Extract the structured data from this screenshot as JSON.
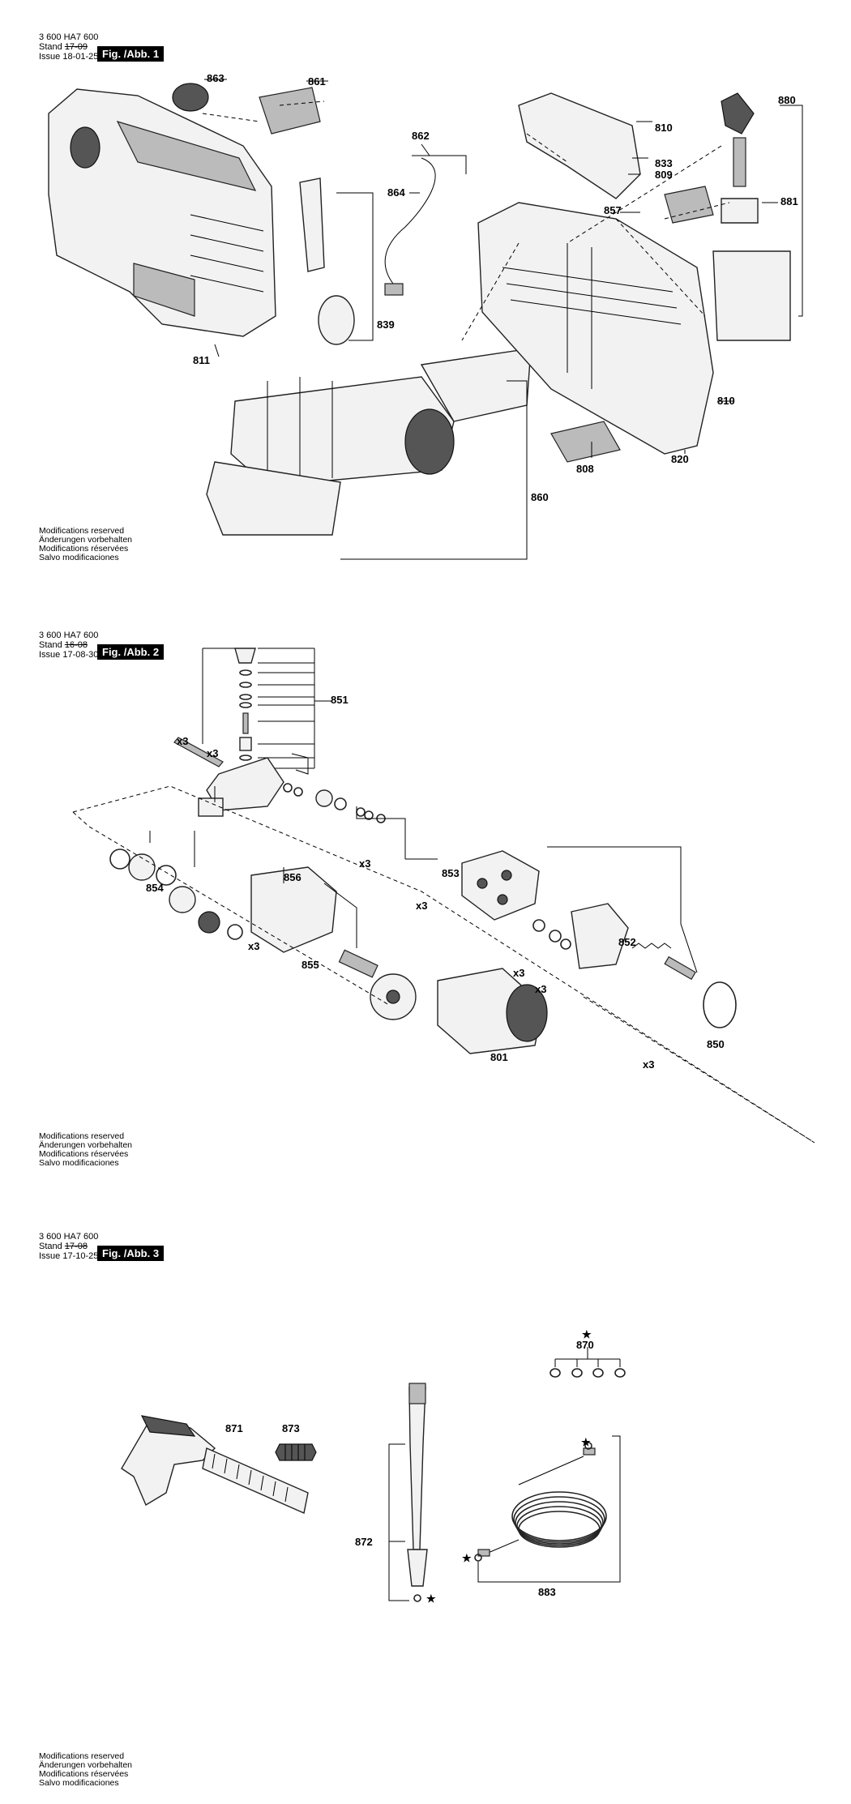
{
  "sheets": [
    {
      "doc_number": "3 600 HA7 600",
      "stand_label": "Stand",
      "issue_label": "Issue",
      "stand_value": "17-09",
      "issue_value": "18-01-25",
      "figure_label": "Fig. /Abb. 1",
      "parts": [
        "863",
        "861",
        "862",
        "864",
        "839",
        "811",
        "860",
        "880",
        "881",
        "810",
        "833",
        "809",
        "857",
        "810",
        "808",
        "820"
      ]
    },
    {
      "doc_number": "3 600 HA7 600",
      "stand_label": "Stand",
      "issue_label": "Issue",
      "stand_value": "16-08",
      "issue_value": "17-08-30",
      "figure_label": "Fig. /Abb. 2",
      "parts": [
        "851",
        "856",
        "853",
        "854",
        "855",
        "852",
        "850",
        "801"
      ],
      "multipliers": [
        "x3",
        "x3",
        "x3",
        "x3",
        "x3",
        "x3",
        "x3",
        "x3"
      ]
    },
    {
      "doc_number": "3 600 HA7 600",
      "stand_label": "Stand",
      "issue_label": "Issue",
      "stand_value": "17-08",
      "issue_value": "17-10-25",
      "figure_label": "Fig. /Abb. 3",
      "parts": [
        "870",
        "871",
        "873",
        "872",
        "883"
      ],
      "star": "★"
    }
  ],
  "modifications": [
    "Modifications reserved",
    "Änderungen vorbehalten",
    "Modifications réservées",
    "Salvo modificaciones"
  ]
}
